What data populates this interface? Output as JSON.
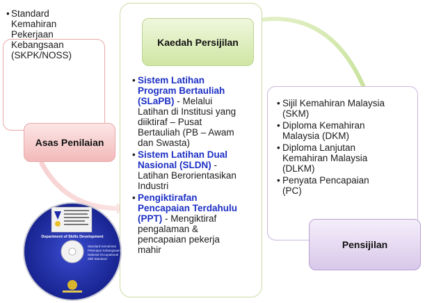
{
  "left_card": {
    "bullet": "•",
    "lines": [
      "Standard",
      "Kemahiran",
      "Pekerjaan",
      "Kebangsaan",
      "(SKPK/NOSS)"
    ]
  },
  "asas_label": "Asas Penilaian",
  "kaedah_label": "Kaedah Persijilan",
  "middle_items": [
    {
      "highlight_lines": [
        "Sistem Latihan",
        "Program Bertauliah",
        "(SLaPB)"
      ],
      "rest_first": " - Melalui",
      "rest_lines": [
        "Latihan di Institusi yang",
        "diiktiraf – Pusat",
        "Bertauliah (PB – Awam",
        "dan Swasta)"
      ]
    },
    {
      "highlight_lines": [
        "Sistem Latihan Dual",
        "Nasional (SLDN)"
      ],
      "rest_first": " -",
      "rest_lines": [
        "Latihan Berorientasikan",
        "Industri"
      ]
    },
    {
      "highlight_lines": [
        "Pengiktirafan",
        "Pencapaian Terdahulu",
        "(PPT)"
      ],
      "rest_first": " - Mengiktiraf",
      "rest_lines": [
        "pengalaman &",
        "pencapaian pekerja",
        "mahir"
      ]
    }
  ],
  "right_items": [
    [
      "Sijil Kemahiran Malaysia",
      "(SKM)"
    ],
    [
      "Diploma Kemahiran",
      "Malaysia (DKM)"
    ],
    [
      "Diploma Lanjutan",
      "Kemahiran Malaysia",
      "(DLKM)"
    ],
    [
      "Penyata Pencapaian",
      "(PC)"
    ]
  ],
  "pensijilan_label": "Pensijilan",
  "cd": {
    "top_label": "Department of Skills Development",
    "center_lines": [
      "Standard Kemahiran",
      "Pekerjaan Kebangsaan",
      "National Occupational",
      "Skill Standard"
    ]
  },
  "colors": {
    "highlight": "#1c2fc5",
    "pink_arrow": "#f5c2c2",
    "green_arrow": "#cfe6a4",
    "cd_blue": "#1b2aa6"
  }
}
